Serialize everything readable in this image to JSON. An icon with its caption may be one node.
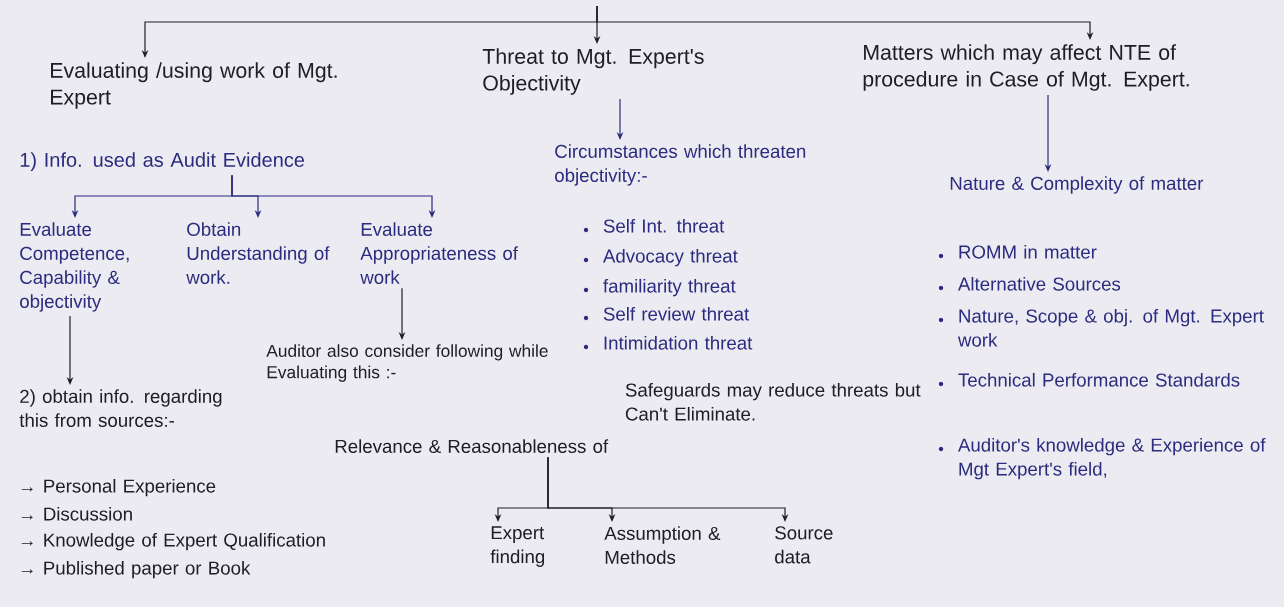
{
  "diagram": {
    "nodes": [
      {
        "text": [
          "Evaluating /using work of Mgt. Expert"
        ]
      },
      {
        "text": [
          "Threat to Mgt. Expert's Objectivity"
        ]
      },
      {
        "text": [
          "Matters which may affect NTE of procedure in Case of Mgt. Expert."
        ]
      },
      {
        "text": [
          "1) Info. used as Audit Evidence"
        ]
      },
      {
        "text": [
          "Evaluate Competence, Capability & objectivity"
        ]
      },
      {
        "text": [
          "Obtain Understanding of work."
        ]
      },
      {
        "text": [
          "Evaluate Appropriateness of work"
        ]
      },
      {
        "text": [
          "2) obtain info. regarding this from sources:-"
        ]
      },
      {
        "text": [
          "Auditor also consider following while Evaluating this :-"
        ]
      },
      {
        "text": [
          "Relevance & Reasonableness of"
        ]
      },
      {
        "text": [
          "Expert finding"
        ]
      },
      {
        "text": [
          "Assumption & Methods"
        ]
      },
      {
        "text": [
          "Source data"
        ]
      },
      {
        "text": [
          "Circumstances which threaten objectivity:-"
        ]
      },
      {
        "text": [
          "Nature & Complexity of matter"
        ]
      }
    ],
    "edges": [
      {
        "from": null,
        "to": 0,
        "arrow": "to"
      },
      {
        "from": null,
        "to": 1,
        "arrow": "to"
      },
      {
        "from": null,
        "to": 2,
        "arrow": "to"
      },
      {
        "from": 1,
        "to": 13,
        "arrow": "to"
      },
      {
        "from": 2,
        "to": 14,
        "arrow": "to"
      },
      {
        "from": 3,
        "to": 4,
        "arrow": "to"
      },
      {
        "from": 3,
        "to": 5,
        "arrow": "to"
      },
      {
        "from": 3,
        "to": 6,
        "arrow": "to"
      },
      {
        "from": 4,
        "to": 7,
        "arrow": "to"
      },
      {
        "from": 6,
        "to": 8,
        "arrow": "to"
      },
      {
        "from": 9,
        "to": 10,
        "arrow": "to"
      },
      {
        "from": 9,
        "to": 11,
        "arrow": "to"
      },
      {
        "from": 9,
        "to": 12,
        "arrow": "to"
      }
    ],
    "labels": [
      "→ Personal Experience",
      "→ Discussion",
      "→ Knowledge of Expert Qualification",
      "→ Published paper or Book",
      "Self Int. threat",
      "Advocacy threat",
      "familiarity threat",
      "Self review threat",
      "Intimidation threat",
      "Safeguards may reduce threats but Can't Eliminate.",
      "ROMM in matter",
      "Alternative Sources",
      "Nature, Scope & obj. of Mgt. Expert work",
      "Technical Performance Standards",
      "Auditor's knowledge & Experience of Mgt Expert's field,"
    ]
  }
}
